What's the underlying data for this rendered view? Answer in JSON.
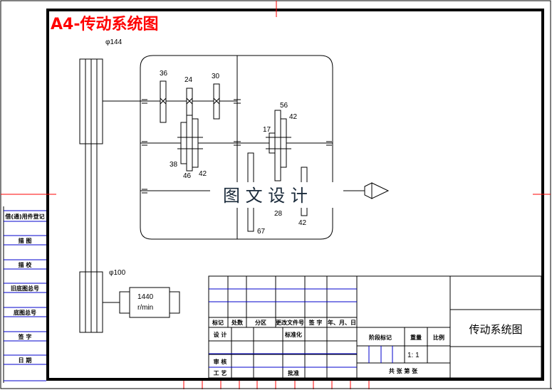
{
  "drawing": {
    "title": "A4-传动系统图",
    "watermark": "图 文 设 计",
    "colors": {
      "title": "#ff0000",
      "frame": "#000000",
      "rule": "#0000cc",
      "tick": "#ff0000"
    },
    "pulleys": {
      "large_dia": "φ144",
      "small_dia": "φ100"
    },
    "motor": {
      "speed": "1440",
      "unit": "r/min"
    },
    "gear_labels": {
      "g36": "36",
      "g24": "24",
      "g30": "30",
      "g38": "38",
      "g46": "46",
      "g42a": "42",
      "g17": "17",
      "g56": "56",
      "g42b": "42",
      "g28": "28",
      "g67": "67",
      "g42c": "42"
    }
  },
  "side_column": {
    "labels": [
      "借(通)用件登记",
      "描  图",
      "描  校",
      "旧底图总号",
      "底图总号",
      "签  字",
      "日  期"
    ]
  },
  "title_block": {
    "rev_headers": [
      "标记",
      "处数",
      "分区",
      "更改文件号",
      "签 字",
      "年、月、日"
    ],
    "design": "设 计",
    "standard": "标准化",
    "check": "审 核",
    "process": "工 艺",
    "approve": "批准",
    "stage": "阶段标记",
    "weight": "重量",
    "scale_label": "比例",
    "scale_value": "1: 1",
    "sheets": "共    张  第    张",
    "drawing_name": "传动系统图"
  }
}
